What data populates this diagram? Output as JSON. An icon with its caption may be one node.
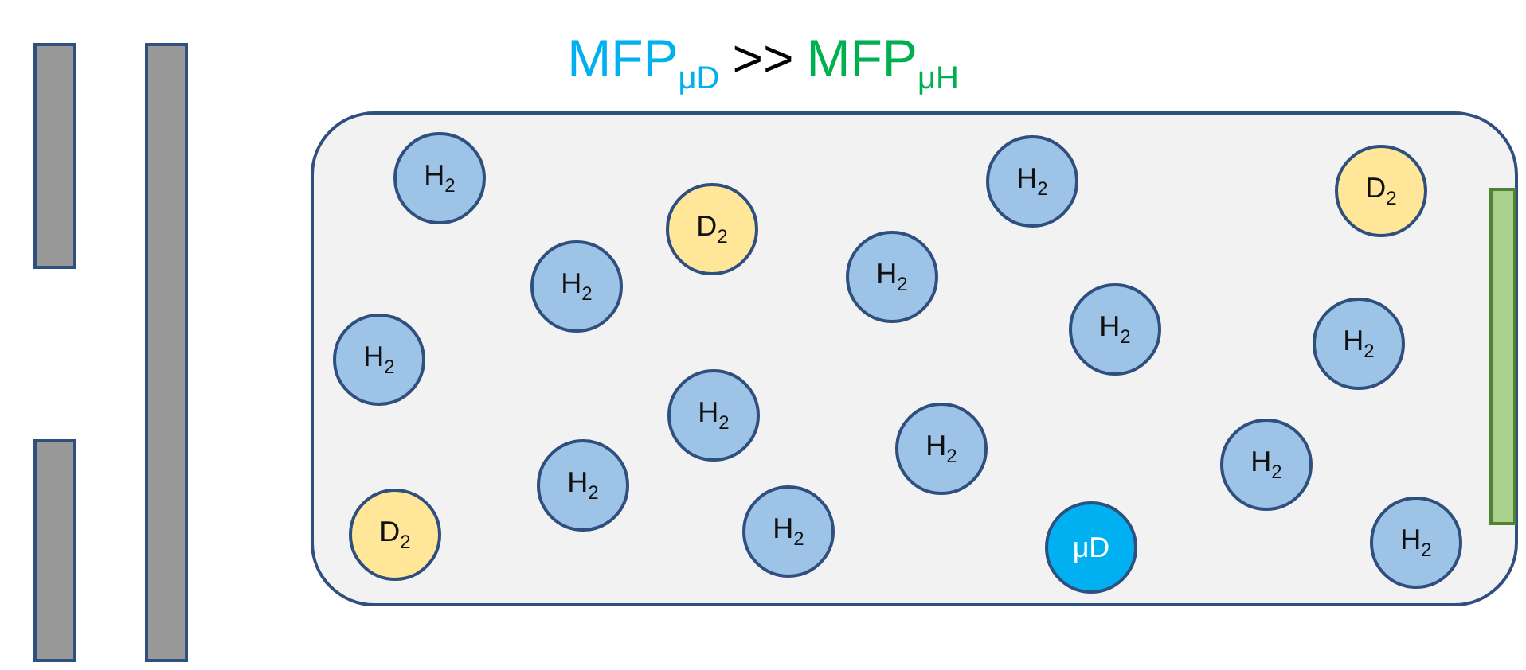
{
  "diagram": {
    "nodes": [
      {
        "text": [],
        "shape": "box"
      },
      {
        "text": [
          "H$_{2}$"
        ],
        "in": 0
      },
      {
        "text": [
          "H$_{2}$"
        ],
        "in": 0
      },
      {
        "text": [
          "D$_{2}$"
        ],
        "in": 0
      },
      {
        "text": [
          "D$_{2}$"
        ],
        "in": 0
      },
      {
        "text": [
          "H$_{2}$"
        ],
        "in": 0
      },
      {
        "text": [
          "H$_{2}$"
        ],
        "in": 0
      },
      {
        "text": [
          "H$_{2}$"
        ],
        "in": 0
      },
      {
        "text": [
          "H$_{2}$"
        ],
        "in": 0
      },
      {
        "text": [
          "H$_{2}$"
        ],
        "in": 0
      },
      {
        "text": [
          "H$_{2}$"
        ],
        "in": 0
      },
      {
        "text": [
          "H$_{2}$"
        ],
        "in": 0
      },
      {
        "text": [
          "H$_{2}$"
        ],
        "in": 0
      },
      {
        "text": [
          "H$_{2}$"
        ],
        "in": 0
      },
      {
        "text": [
          "H$_{2}$"
        ],
        "in": 0
      },
      {
        "text": [
          "D$_{2}$"
        ],
        "in": 0
      },
      {
        "text": [
          "H$_{2}$"
        ],
        "in": 0
      },
      {
        "text": [
          "μD"
        ],
        "in": 0
      },
      {
        "text": [],
        "shape": "bar"
      },
      {
        "text": [],
        "shape": "bar"
      },
      {
        "text": [],
        "shape": "bar"
      },
      {
        "text": [],
        "shape": "bar",
        "in": 0
      }
    ],
    "labels": [
      "MFP$_{μD}$",
      ">>",
      "MFP$_{μH}$"
    ]
  }
}
